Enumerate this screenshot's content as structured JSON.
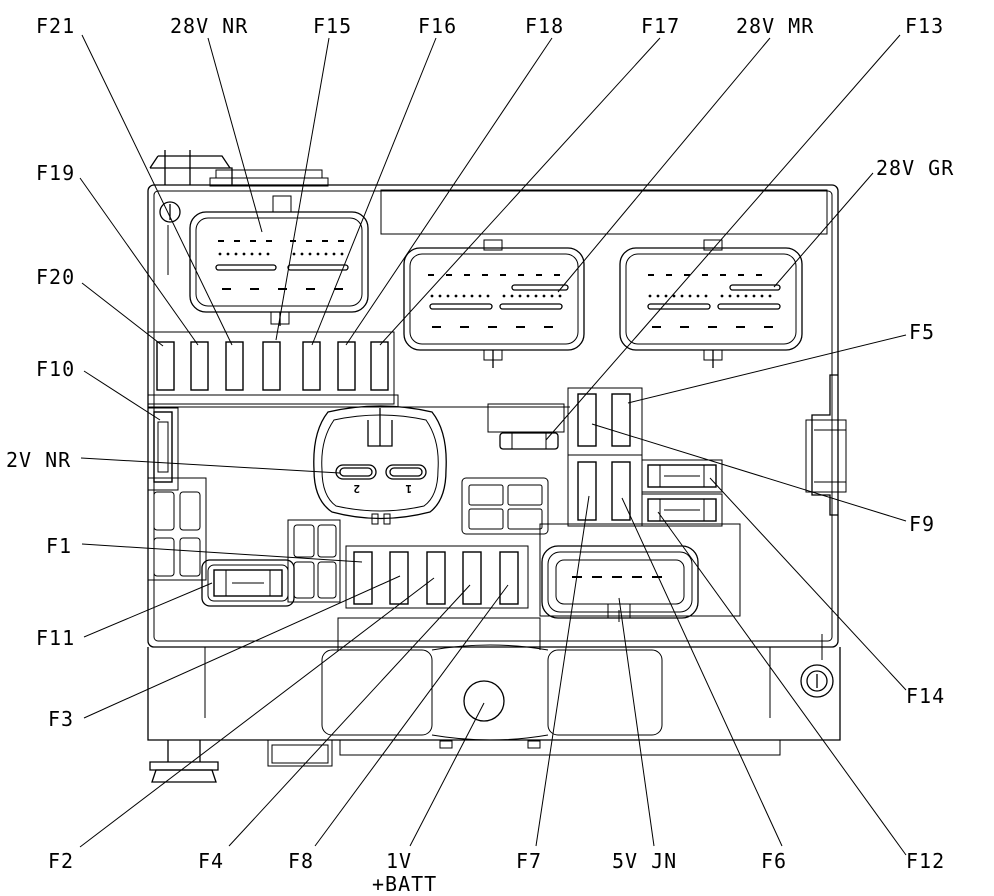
{
  "labels": {
    "f21": "F21",
    "nr28": "28V NR",
    "f15": "F15",
    "f16": "F16",
    "f18": "F18",
    "f17": "F17",
    "mr28": "28V MR",
    "f13": "F13",
    "f19": "F19",
    "gr28": "28V GR",
    "f20": "F20",
    "f5": "F5",
    "f10": "F10",
    "nr2": "2V NR",
    "f9": "F9",
    "f1": "F1",
    "f11": "F11",
    "f14": "F14",
    "f3": "F3",
    "f12": "F12",
    "f2": "F2",
    "f4": "F4",
    "f8": "F8",
    "v1": "1V",
    "batt": "+BATT",
    "f7": "F7",
    "jn5": "5V JN",
    "f6": "F6"
  },
  "connector_pin_marks": {
    "left": "2",
    "right": "1"
  }
}
